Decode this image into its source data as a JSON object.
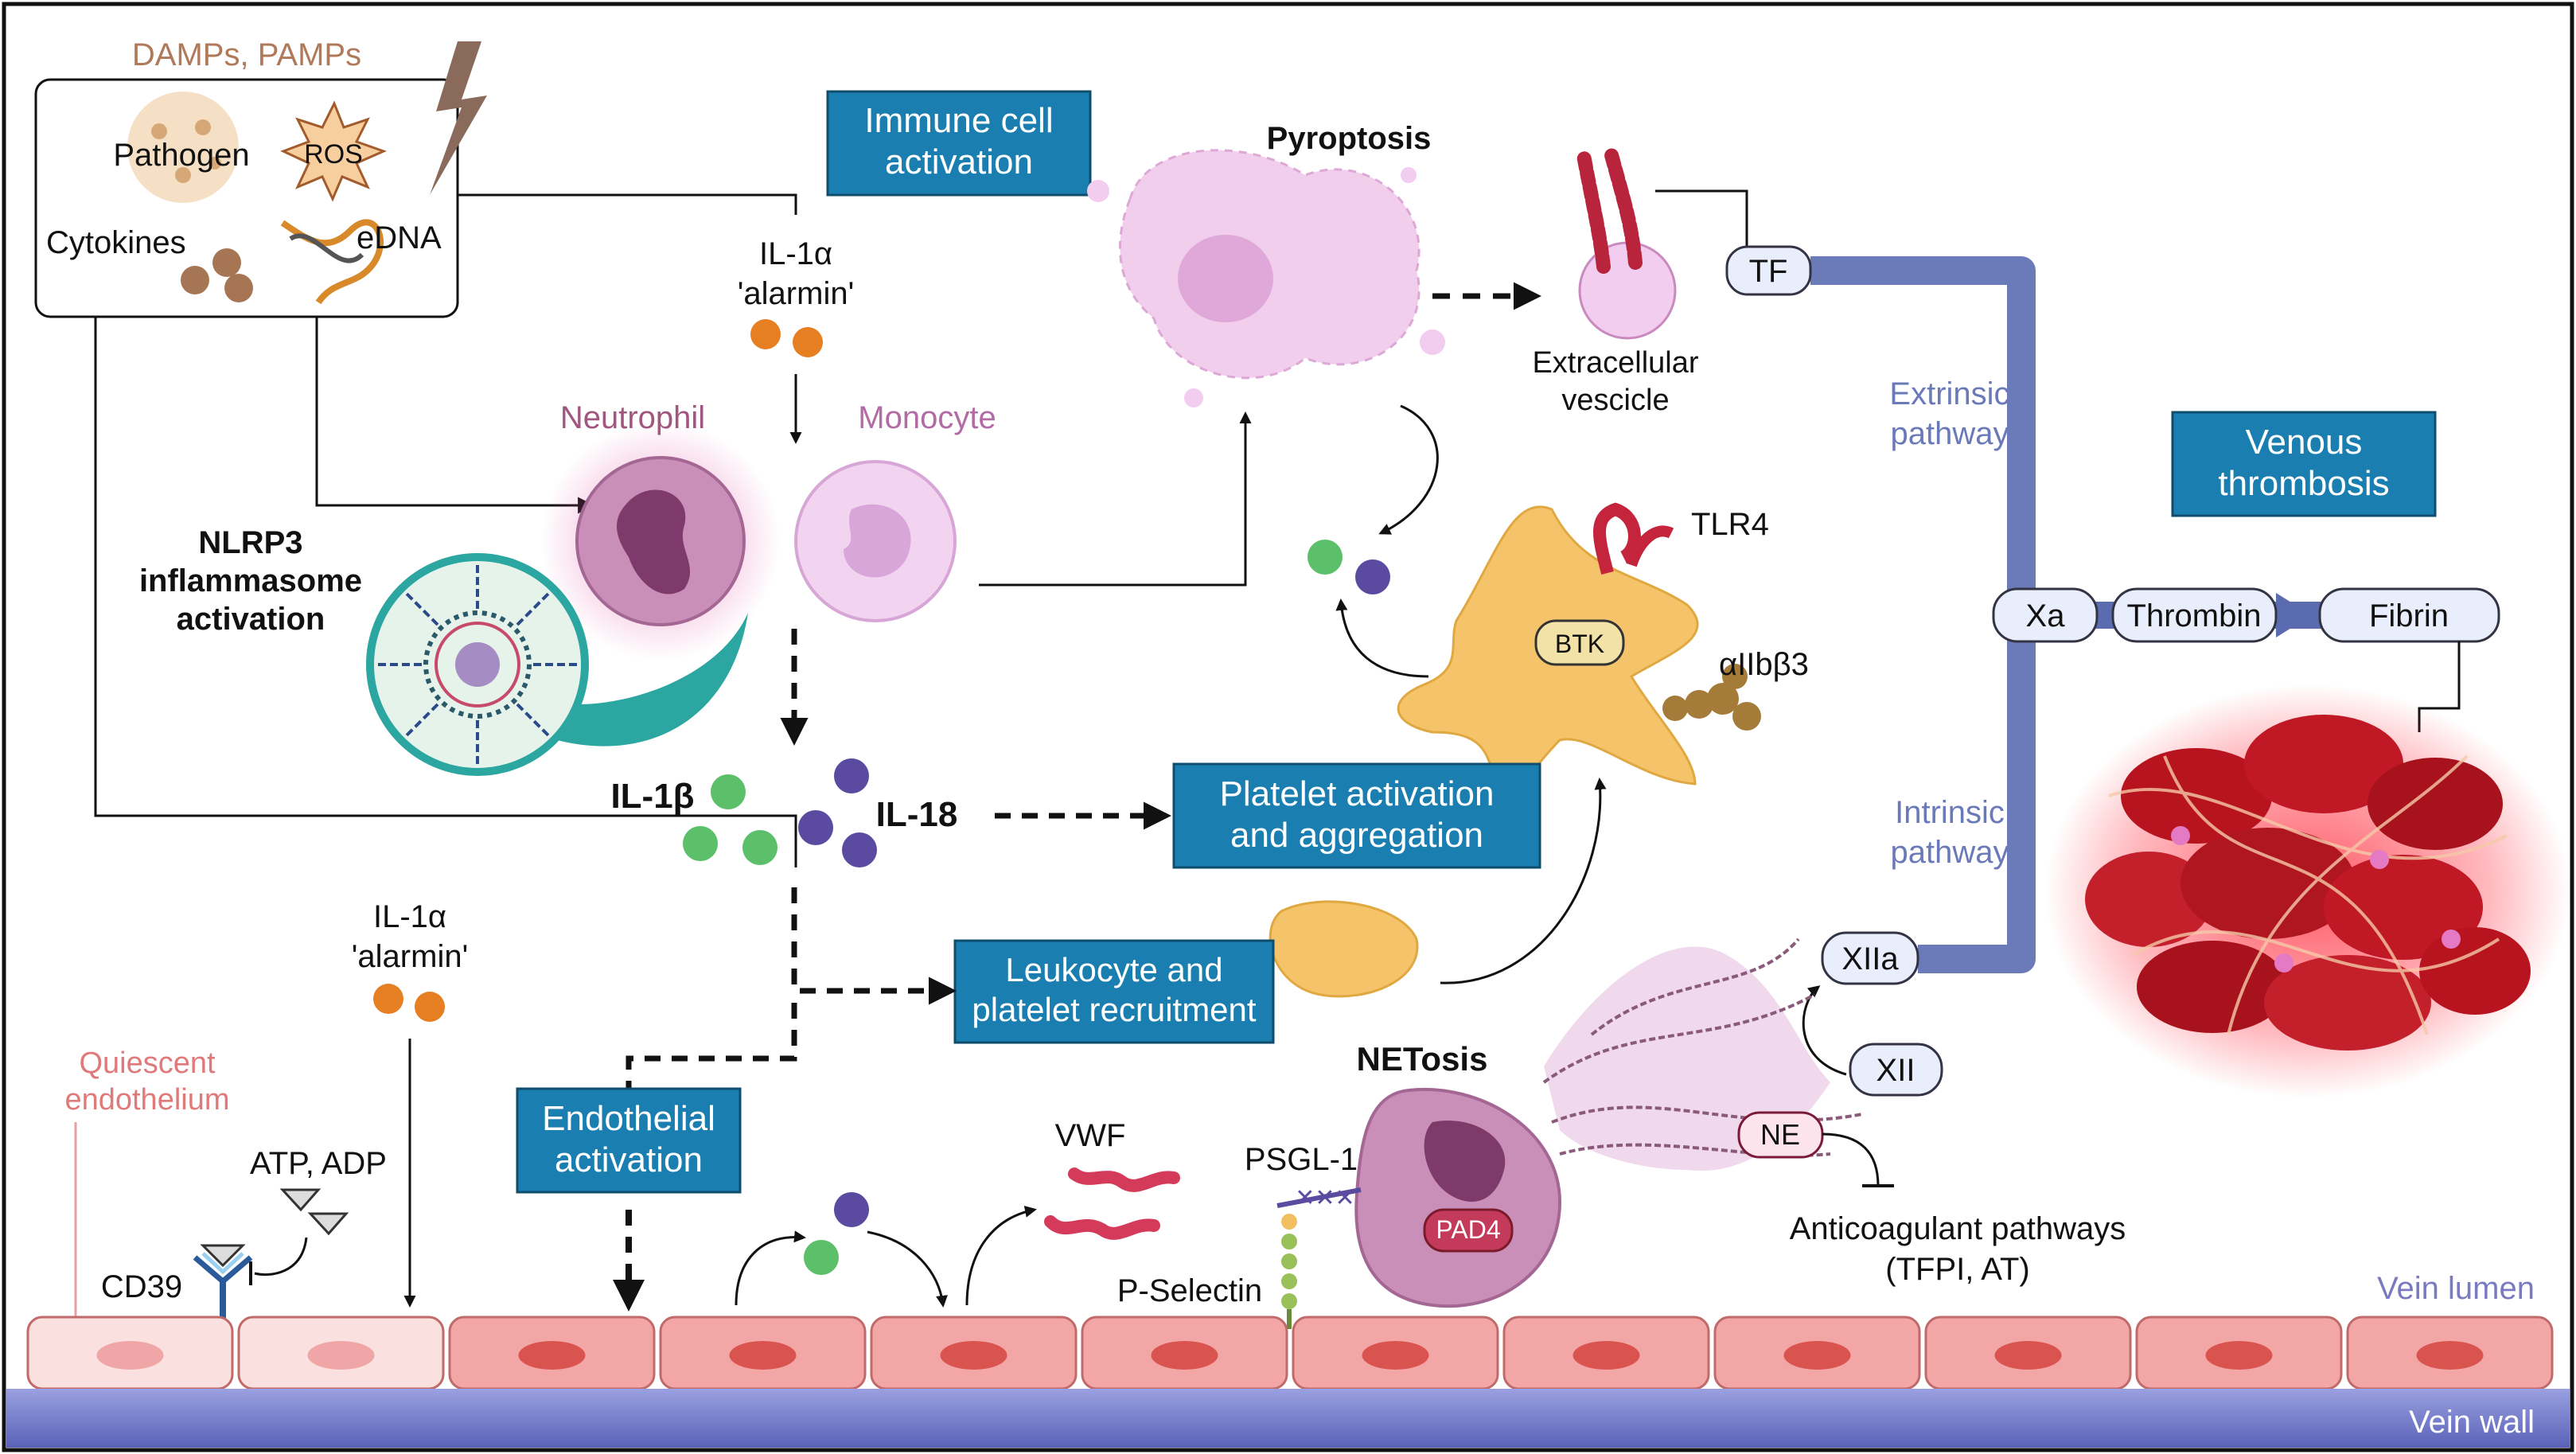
{
  "labels": {
    "damps": "DAMPs, PAMPs",
    "pathogen": "Pathogen",
    "ros": "ROS",
    "cytokines": "Cytokines",
    "edna": "eDNA",
    "il1a_line1": "IL-1α",
    "il1a_line2": "'alarmin'",
    "immune_box_line1": "Immune cell",
    "immune_box_line2": "activation",
    "pyroptosis": "Pyroptosis",
    "ev_line1": "Extracellular",
    "ev_line2": "vescicle",
    "tf": "TF",
    "extrinsic_line1": "Extrinsic",
    "extrinsic_line2": "pathway",
    "intrinsic_line1": "Intrinsic",
    "intrinsic_line2": "pathway",
    "venous_line1": "Venous",
    "venous_line2": "thrombosis",
    "xa": "Xa",
    "thrombin": "Thrombin",
    "fibrin": "Fibrin",
    "neutrophil": "Neutrophil",
    "monocyte": "Monocyte",
    "nlrp3_line1": "NLRP3",
    "nlrp3_line2": "inflammasome",
    "nlrp3_line3": "activation",
    "tlr4": "TLR4",
    "btk": "BTK",
    "aiib": "αIIbβ3",
    "il1b": "IL-1β",
    "il18": "IL-18",
    "platelet_box_line1": "Platelet activation",
    "platelet_box_line2": "and aggregation",
    "leuko_box_line1": "Leukocyte and",
    "leuko_box_line2": "platelet recruitment",
    "xiia": "XIIa",
    "xii": "XII",
    "netosis": "NETosis",
    "ne": "NE",
    "pad4": "PAD4",
    "anticoag_line1": "Anticoagulant pathways",
    "anticoag_line2": "(TFPI, AT)",
    "quiescent_line1": "Quiescent",
    "quiescent_line2": "endothelium",
    "atp_adp": "ATP, ADP",
    "cd39": "CD39",
    "endo_box_line1": "Endothelial",
    "endo_box_line2": "activation",
    "vwf": "VWF",
    "psgl1": "PSGL-1",
    "pselectin": "P-Selectin",
    "vein_lumen": "Vein lumen",
    "vein_wall": "Vein wall"
  },
  "colors": {
    "box_blue": "#1a7fb0",
    "orange_dot": "#e67e22",
    "green_dot": "#5cbf6a",
    "purple_dot": "#5a4aa0",
    "pathway_blue": "#5b6bb0",
    "endothelium": "#f3a6a6",
    "vein_wall": "#6a74c4"
  }
}
